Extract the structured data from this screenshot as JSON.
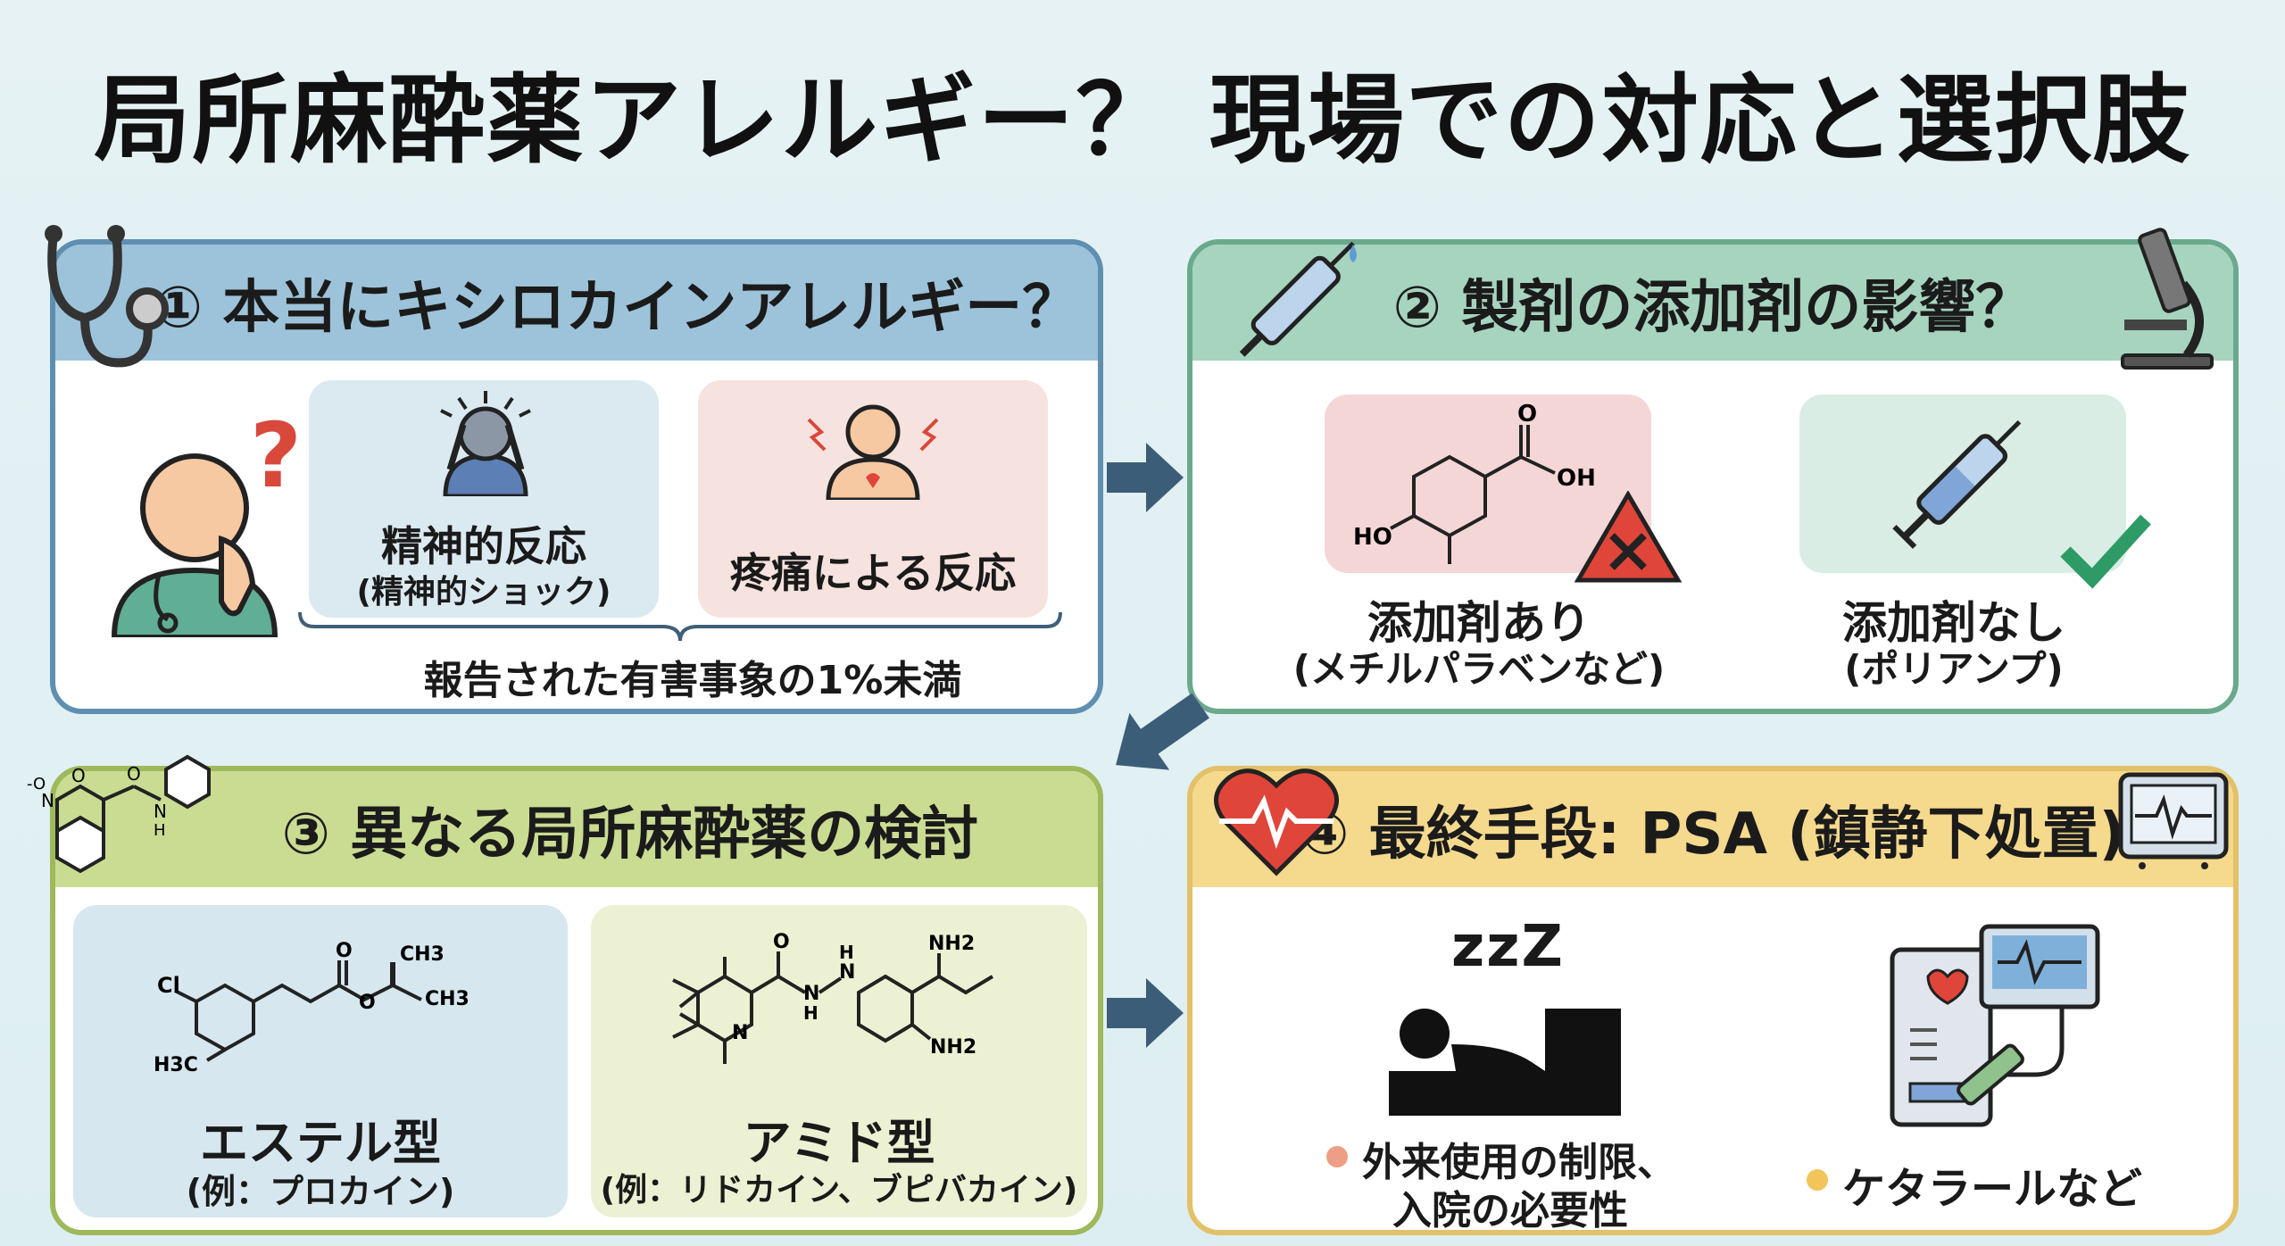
{
  "title": "局所麻酔薬アレルギー？ 現場での対応と選択肢",
  "panel1": {
    "heading": "① 本当にキシロカインアレルギー？",
    "card1_line1": "精神的反応",
    "card1_line2": "(精神的ショック)",
    "card2_label": "疼痛による反応",
    "note": "報告された有害事象の1%未満",
    "icons": [
      "stethoscope-icon",
      "thinking-person-icon",
      "question-mark-icon",
      "stressed-person-icon",
      "pain-person-icon"
    ]
  },
  "panel2": {
    "heading": "② 製剤の添加剤の影響？",
    "card1_line1": "添加剤あり",
    "card1_line2": "(メチルパラベンなど)",
    "card2_line1": "添加剤なし",
    "card2_line2": "(ポリアンプ)",
    "molecule_labels": {
      "o": "O",
      "oh": "OH",
      "ho": "HO"
    },
    "icons": [
      "syringe-icon",
      "microscope-icon",
      "warning-x-icon",
      "check-icon"
    ]
  },
  "panel3": {
    "heading": "③ 異なる局所麻酔薬の検討",
    "card1_line1": "エステル型",
    "card1_line2": "(例：プロカイン)",
    "card2_line1": "アミド型",
    "card2_line2": "(例：リドカイン、ブピバカイン)",
    "ester_labels": {
      "cl": "Cl",
      "h3c": "H3C",
      "ch3a": "CH3",
      "ch3b": "CH3",
      "o1": "O",
      "o2": "O"
    },
    "amide_labels": {
      "o": "O",
      "h1": "H",
      "n1": "N",
      "n2": "N",
      "h2": "H",
      "n3": "N",
      "nh2a": "NH2",
      "nh2b": "NH2"
    },
    "header_mol_labels": {
      "o1": "O",
      "o2": "O",
      "n": "N",
      "n2": "N",
      "h": "H",
      "ominus": "-O"
    }
  },
  "panel4": {
    "heading": "④ 最終手段: PSA (鎮静下処置)",
    "item1_line1": "外来使用の制限、",
    "item1_line2": "入院の必要性",
    "item2_label": "ケタラールなど",
    "zzz": "zzZ",
    "colors": {
      "bullet1": "#ee9e84",
      "bullet2": "#f2c45a"
    },
    "icons": [
      "heart-pulse-icon",
      "monitor-icon",
      "sleeping-person-icon",
      "medical-equipment-icon"
    ]
  }
}
